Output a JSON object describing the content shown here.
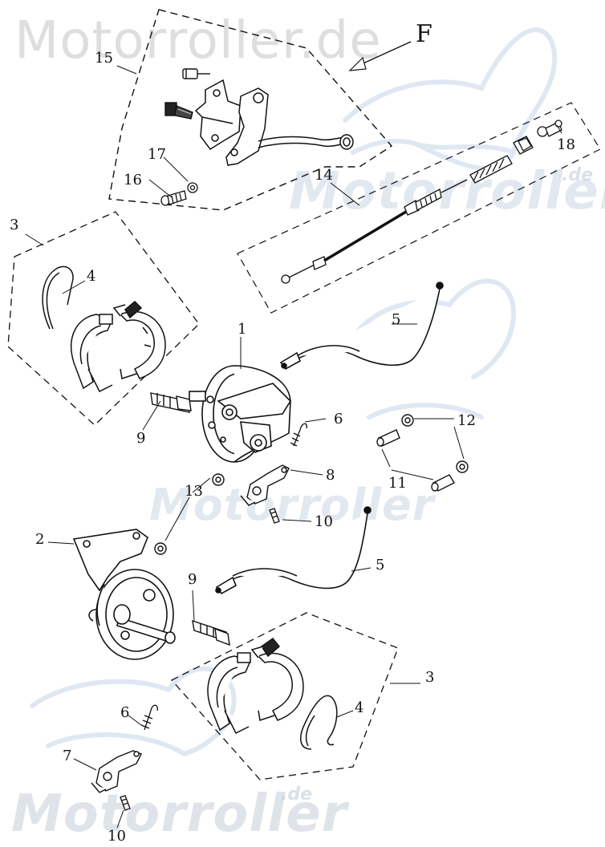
{
  "watermark": {
    "brand": "Motorroller",
    "brand_full": "Motorroller.de",
    "domain_suffix": ".de"
  },
  "view_marker": "F",
  "callouts": {
    "c15": "15",
    "c17": "17",
    "c16": "16",
    "c14": "14",
    "c18": "18",
    "c3_top": "3",
    "c4_top": "4",
    "c5_top": "5",
    "c1": "1",
    "c6_top": "6",
    "c12": "12",
    "c9_top": "9",
    "c8": "8",
    "c13": "13",
    "c11": "11",
    "c10_mid": "10",
    "c2": "2",
    "c5_bot": "5",
    "c9_bot": "9",
    "c3_bot": "3",
    "c6_bot": "6",
    "c4_bot": "4",
    "c7": "7",
    "c10_bot": "10"
  },
  "colors": {
    "line": "#111111",
    "watermark": "#c9d5e2",
    "background": "#ffffff"
  }
}
